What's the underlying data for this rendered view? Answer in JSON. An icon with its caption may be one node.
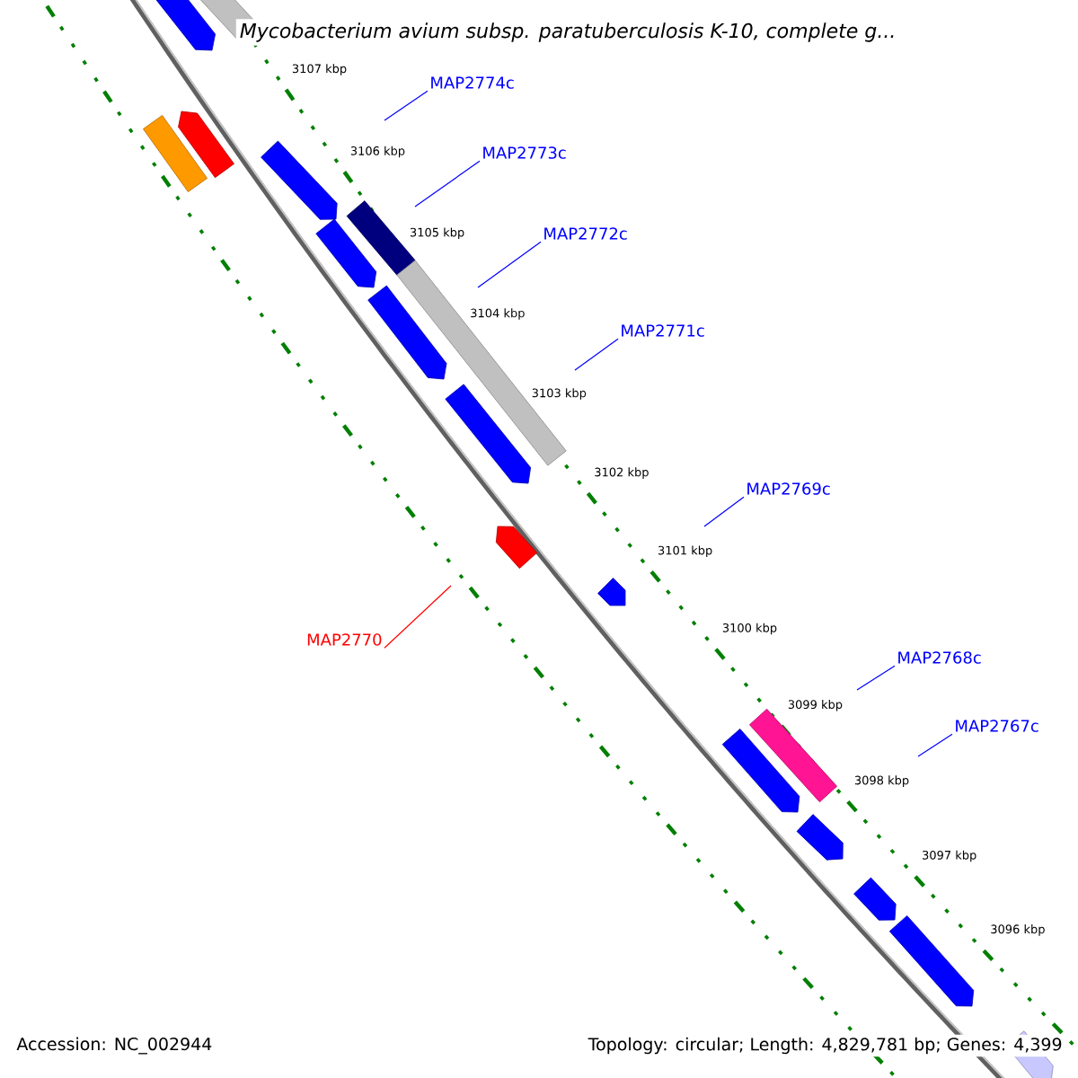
{
  "diagram": {
    "title": "Mycobacterium avium subsp. paratuberculosis K-10, complete g...",
    "nodes": [
      {
        "text": [
          "MAP2774c"
        ]
      },
      {
        "text": [
          "MAP2773c"
        ]
      },
      {
        "text": [
          "MAP2772c"
        ]
      },
      {
        "text": [
          "MAP2771c"
        ]
      },
      {
        "text": [
          "MAP2769c"
        ]
      },
      {
        "text": [
          "MAP2770"
        ]
      },
      {
        "text": [
          "MAP2768c"
        ]
      },
      {
        "text": [
          "MAP2767c"
        ]
      }
    ],
    "edges": [
      {
        "from": 0,
        "to": null,
        "arrow": "none"
      },
      {
        "from": 1,
        "to": null,
        "arrow": "none"
      },
      {
        "from": 2,
        "to": null,
        "arrow": "none"
      },
      {
        "from": 3,
        "to": null,
        "arrow": "none"
      },
      {
        "from": 4,
        "to": null,
        "arrow": "none"
      },
      {
        "from": 5,
        "to": null,
        "arrow": "none",
        "color": "#ff0000"
      },
      {
        "from": 6,
        "to": null,
        "arrow": "none"
      },
      {
        "from": 7,
        "to": null,
        "arrow": "none"
      }
    ],
    "labels": [
      "3107 kbp",
      "3106 kbp",
      "3105 kbp",
      "3104 kbp",
      "3103 kbp",
      "3102 kbp",
      "3101 kbp",
      "3100 kbp",
      "3099 kbp",
      "3098 kbp",
      "3097 kbp",
      "3096 kbp",
      "Accession: NC_002944",
      "Topology: circular; Length: 4,829,781 bp; Genes: 4,399"
    ]
  }
}
